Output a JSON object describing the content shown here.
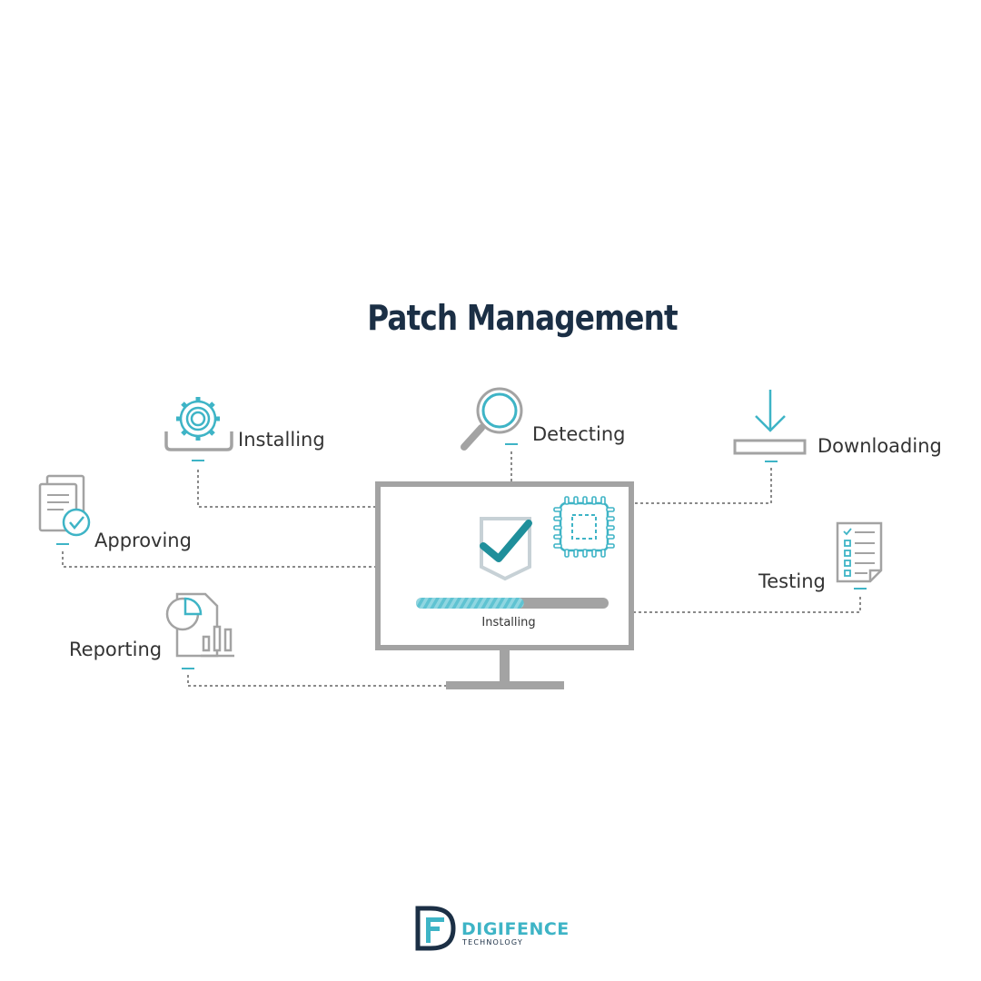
{
  "title": "Patch Management",
  "steps": {
    "installing": "Installing",
    "detecting": "Detecting",
    "downloading": "Downloading",
    "approving": "Approving",
    "testing": "Testing",
    "reporting": "Reporting"
  },
  "monitor": {
    "status_label": "Installing",
    "progress": 0.56
  },
  "brand": {
    "name": "DIGIFENCE",
    "tagline": "TECHNOLOGY"
  },
  "colors": {
    "accent": "#3eb4c6",
    "gray": "#a3a3a3",
    "title": "#1b2f45",
    "text": "#333333"
  },
  "icons": {
    "installing": "gear-tray-icon",
    "detecting": "magnifier-icon",
    "downloading": "download-tray-icon",
    "approving": "document-check-icon",
    "testing": "checklist-icon",
    "reporting": "report-chart-icon",
    "screen_shield": "shield-check-icon",
    "screen_chip": "chip-icon",
    "brand": "digifence-logo-icon"
  }
}
